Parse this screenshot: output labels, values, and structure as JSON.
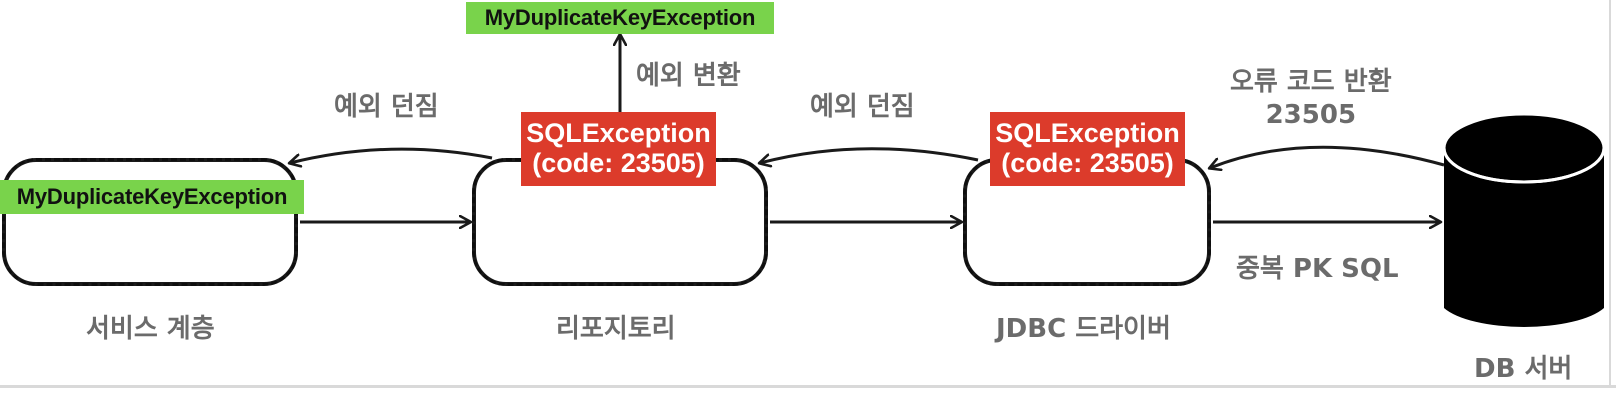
{
  "exceptions": {
    "top_tag": "MyDuplicateKeyException",
    "service_tag": "MyDuplicateKeyException",
    "repo_sql_line1": "SQLException",
    "repo_sql_line2": "(code: 23505)",
    "jdbc_sql_line1": "SQLException",
    "jdbc_sql_line2": "(code: 23505)"
  },
  "labels": {
    "convert": "예외 변환",
    "throw_left": "예외 던짐",
    "throw_mid": "예외 던짐",
    "return_code_line1": "오류 코드 반환",
    "return_code_line2": "23505",
    "dup_pk_sql": "중복 PK SQL"
  },
  "components": {
    "service": "서비스 계층",
    "repository": "리포지토리",
    "jdbc": "JDBC 드라이버",
    "db": "DB 서버"
  },
  "colors": {
    "green": "#79d34b",
    "red": "#dc3b2b",
    "label_gray": "#6b6b6b",
    "stroke": "#1a1a1a"
  }
}
